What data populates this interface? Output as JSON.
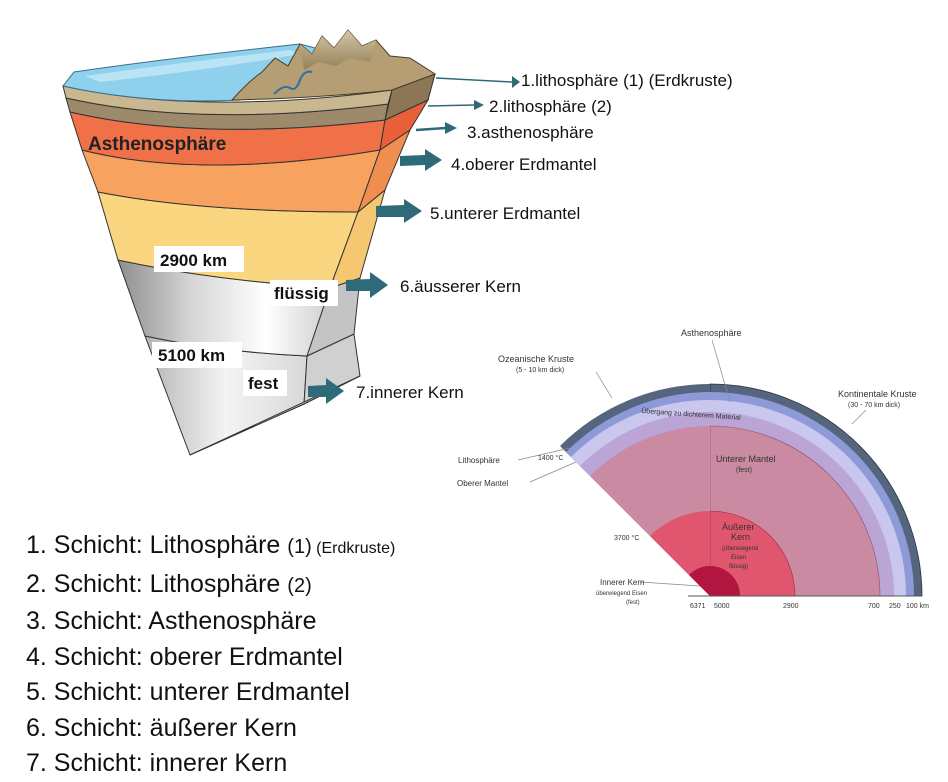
{
  "wedge": {
    "asthenosphere_label": "Asthenosphäre",
    "depth_2900": "2900 km",
    "depth_5100": "5100 km",
    "liquid_label": "flüssig",
    "solid_label": "fest"
  },
  "callouts": [
    "1.lithosphäre (1) (Erdkruste)",
    "2.lithosphäre (2)",
    "3.asthenosphäre",
    "4.oberer Erdmantel",
    "5.unterer Erdmantel",
    "6.äusserer Kern",
    "7.innerer Kern"
  ],
  "list": [
    {
      "prefix": "1. Schicht: Lithosphäre ",
      "paren": "(1)",
      "extra": " (Erdkruste)"
    },
    {
      "prefix": "2. Schicht: Lithosphäre ",
      "paren": "(2)",
      "extra": ""
    },
    {
      "prefix": "3. Schicht: Asthenosphäre",
      "paren": "",
      "extra": ""
    },
    {
      "prefix": "4. Schicht: oberer Erdmantel",
      "paren": "",
      "extra": ""
    },
    {
      "prefix": "5. Schicht: unterer Erdmantel",
      "paren": "",
      "extra": ""
    },
    {
      "prefix": "6. Schicht: äußerer Kern",
      "paren": "",
      "extra": ""
    },
    {
      "prefix": "7. Schicht: innerer Kern",
      "paren": "",
      "extra": ""
    }
  ],
  "section": {
    "asthenosphere": "Asthenosphäre",
    "oceanic_crust": "Ozeanische Kruste",
    "oceanic_crust_thickness": "(5 - 10 km dick)",
    "continental_crust": "Kontinentale Kruste",
    "continental_crust_thickness": "(30 - 70 km dick)",
    "transition": "Übergang zu dichterem Material",
    "lithosphere": "Lithosphäre",
    "upper_mantle": "Oberer Mantel",
    "temp_1400": "1400 °C",
    "lower_mantle": "Unterer Mantel",
    "lower_mantle_state": "(fest)",
    "temp_3700": "3700 °C",
    "outer_core_1": "Äußerer",
    "outer_core_2": "Kern",
    "outer_core_3": "(überwiegend",
    "outer_core_4": "Eisen",
    "outer_core_5": "flüssig)",
    "inner_core_1": "Innerer Kern",
    "inner_core_2": "überwiegend Eisen",
    "inner_core_3": "(fest)",
    "scale": [
      "6371",
      "5000",
      "2900",
      "700",
      "250",
      "100 km"
    ]
  },
  "colors": {
    "ocean": "#8fd0ec",
    "terrain": "#b59e73",
    "asthenosphere": "#f07048",
    "upper_mantle": "#f7a35f",
    "lower_mantle": "#fbd680",
    "outer_core": "#bdbdbd",
    "inner_core": "#e4e4e4",
    "arrow": "#2e6a78",
    "section_mantle": "#c98aa2",
    "section_outer_core": "#e0566f",
    "section_inner_core": "#b21540"
  }
}
